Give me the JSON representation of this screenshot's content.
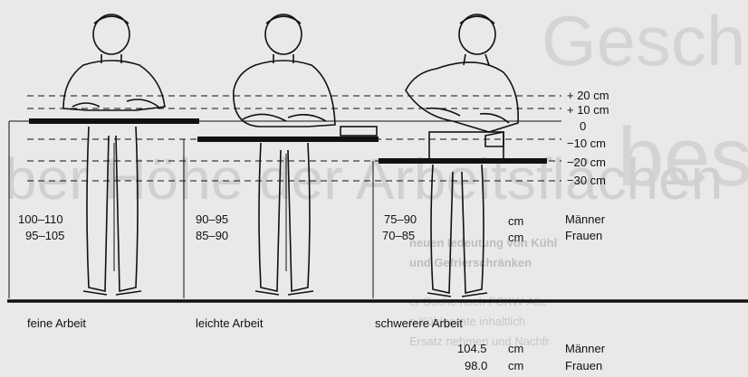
{
  "bg_text": {
    "big_word_1": "Gesch",
    "big_word_2": "bes",
    "headline": "ber Höhe der Arbeitsflächen",
    "ghost_lines": [
      "neuen Iedeutung von Kühl",
      "und Gefrierschränken",
      "er Suche noch FCKW-Alte",
      "n Kühlgeräte inhaltlich",
      "Ersatz nehmen und Nachfr"
    ]
  },
  "scale": {
    "marks": [
      "+ 20 cm",
      "+ 10 cm",
      "0",
      "−10 cm",
      "−20 cm",
      "−30 cm"
    ]
  },
  "figures": [
    {
      "caption": "feine Arbeit",
      "height_men": "100–110",
      "height_women": "95–105"
    },
    {
      "caption": "leichte Arbeit",
      "height_men": "90–95",
      "height_women": "85–90"
    },
    {
      "caption": "schwerere Arbeit",
      "height_men": "75–90",
      "height_women": "70–85"
    }
  ],
  "legend": {
    "unit": "cm",
    "men": "Männer",
    "women": "Frauen"
  },
  "body_height": {
    "men_value": "104.5",
    "women_value": "98.0",
    "unit": "cm",
    "men": "Männer",
    "women": "Frauen"
  },
  "colors": {
    "ink": "#111111",
    "paper": "#e9e9e9",
    "ghost": "#cfcfcf"
  }
}
